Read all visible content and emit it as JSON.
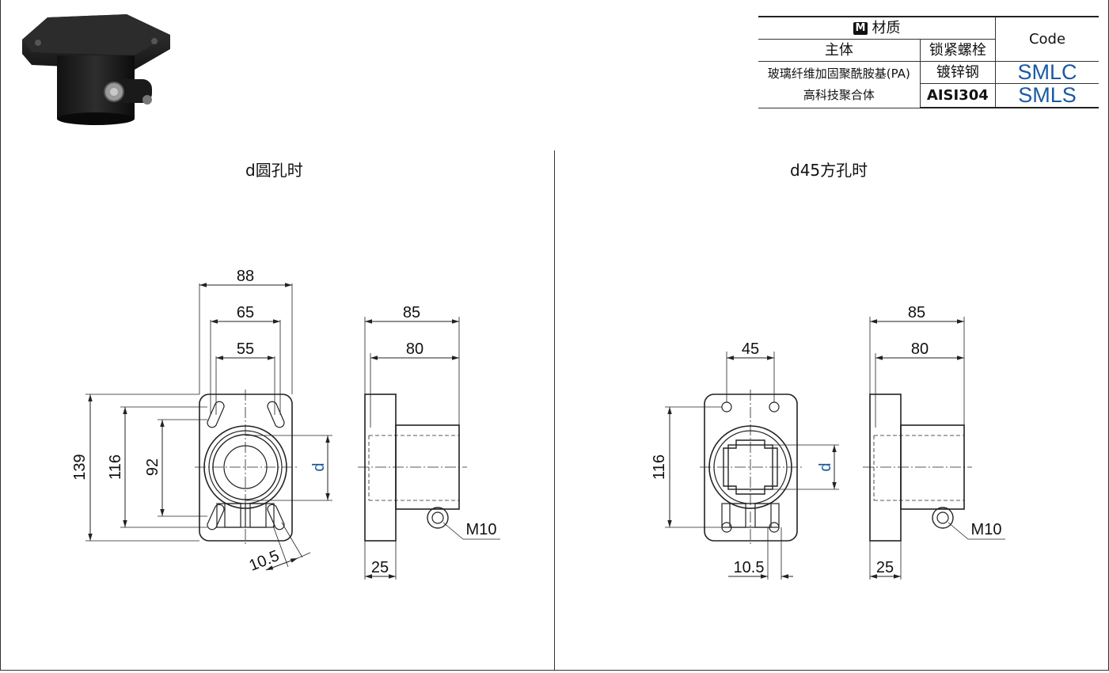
{
  "table": {
    "material_badge": "M",
    "material_header": "材质",
    "code_header": "Code",
    "body_header": "主体",
    "bolt_header": "锁紧螺栓",
    "body_material_line1": "玻璃纤维加固聚酰胺基(PA)",
    "body_material_line2": "高科技聚合体",
    "rows": [
      {
        "bolt": "镀锌钢",
        "code": "SMLC"
      },
      {
        "bolt": "AISI304",
        "code": "SMLS"
      }
    ]
  },
  "left_view": {
    "title": "d圆孔时",
    "dims": {
      "w88": "88",
      "w65": "65",
      "w55": "55",
      "h139": "139",
      "h116": "116",
      "h92": "92",
      "bore": "d",
      "slot": "10.5",
      "side85": "85",
      "side80": "80",
      "side25": "25",
      "bolt": "M10"
    }
  },
  "right_view": {
    "title": "d45方孔时",
    "dims": {
      "w45": "45",
      "h116": "116",
      "bore": "d",
      "off": "10.5",
      "side85": "85",
      "side80": "80",
      "side25": "25",
      "bolt": "M10"
    }
  },
  "colors": {
    "accent_code": "#1a5aa0",
    "line": "#222222",
    "body": "#1c1c1c"
  }
}
